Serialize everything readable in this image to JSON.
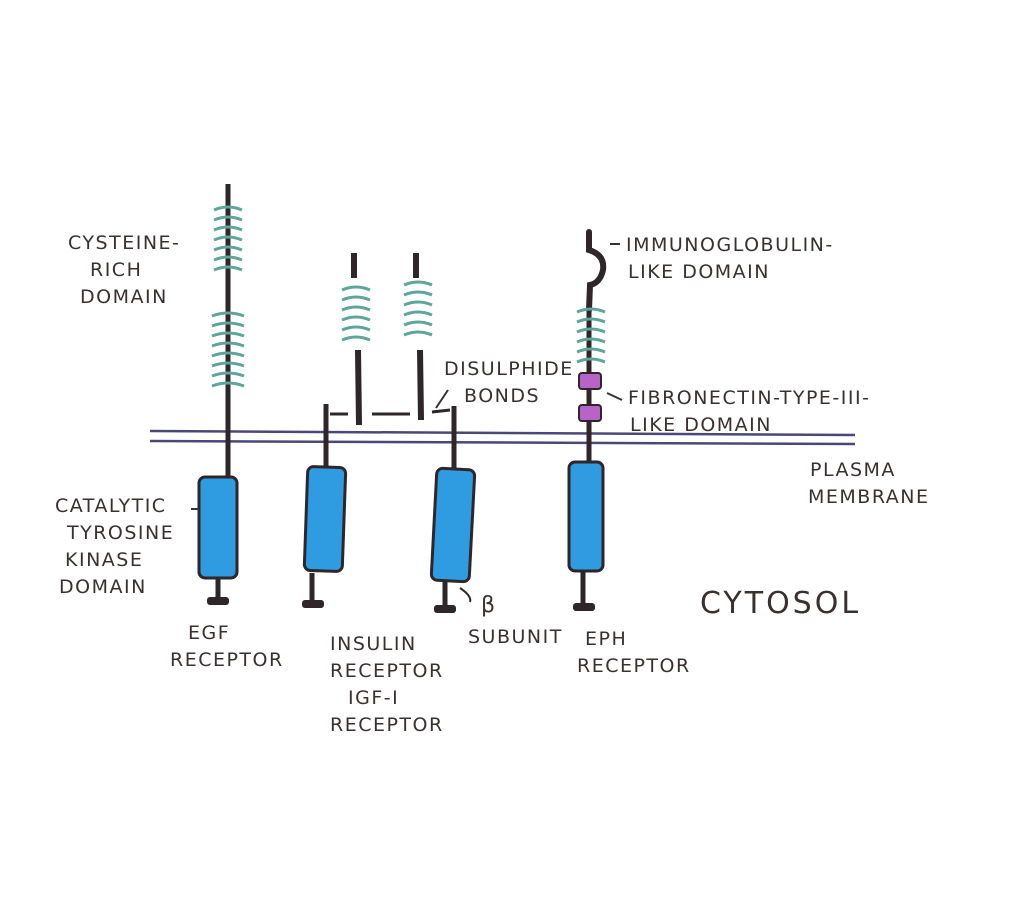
{
  "labels": {
    "cysteine": [
      "CYSTEINE-",
      "RICH",
      "DOMAIN"
    ],
    "catalytic": [
      "CATALYTIC",
      "TYROSINE",
      "KINASE",
      "DOMAIN"
    ],
    "disulphide": [
      "DISULPHIDE",
      "BONDS"
    ],
    "immunoglobulin": [
      "IMMUNOGLOBULIN-",
      "LIKE DOMAIN"
    ],
    "fibronectin": [
      "FIBRONECTIN-TYPE-III-",
      "LIKE DOMAIN"
    ],
    "plasma": [
      "PLASMA",
      "MEMBRANE"
    ],
    "cytosol": "CYTOSOL",
    "beta_symbol": "β",
    "beta_subunit": "SUBUNIT",
    "egf": [
      "EGF",
      "RECEPTOR"
    ],
    "insulin": [
      "INSULIN",
      "RECEPTOR",
      "IGF-I",
      "RECEPTOR"
    ],
    "eph": [
      "EPH",
      "RECEPTOR"
    ]
  },
  "colors": {
    "stalk": "#2e2628",
    "kinase": "#2f9be0",
    "cysteine_coil": "#5ea59a",
    "fibronectin": "#b763c8",
    "membrane": "#4a4878",
    "text": "#3a3030"
  }
}
